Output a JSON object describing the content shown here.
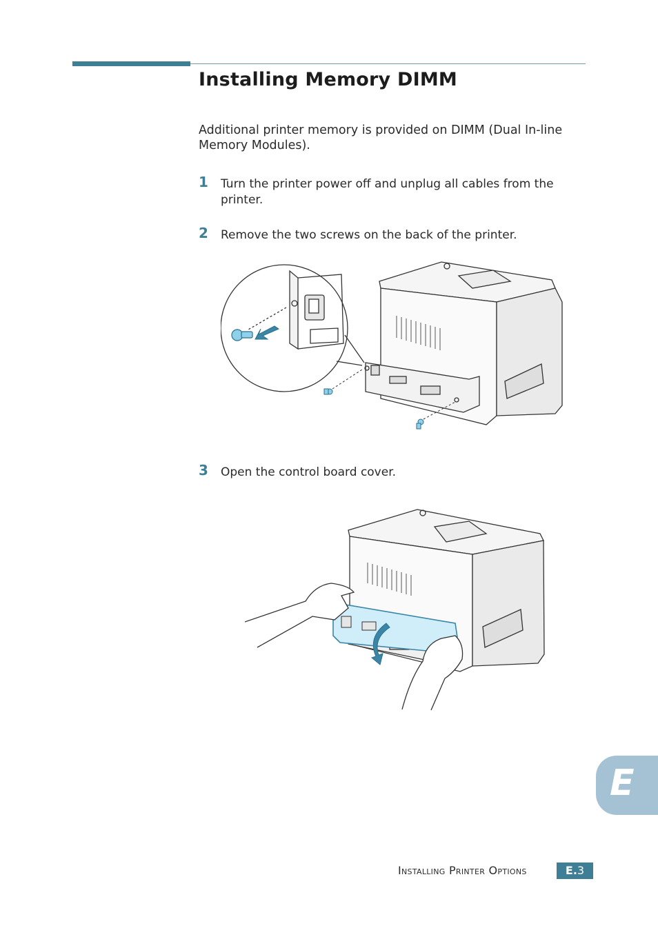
{
  "heading": "Installing Memory DIMM",
  "intro": "Additional printer memory is provided on DIMM (Dual In-line Memory Modules).",
  "steps": [
    {
      "num": "1",
      "text": "Turn the printer power off and unplug all cables from the printer."
    },
    {
      "num": "2",
      "text": "Remove the two screws on the back of the printer."
    },
    {
      "num": "3",
      "text": "Open the control board cover."
    }
  ],
  "figures": {
    "screws": {
      "icon": "printer-rear-screws-illustration"
    },
    "cover": {
      "icon": "open-control-board-cover-illustration"
    }
  },
  "side_tab": {
    "letter": "E"
  },
  "footer": {
    "section": "Installing Printer Options",
    "page_prefix": "E.",
    "page_number": "3"
  },
  "colors": {
    "accent": "#3f7f96",
    "tab": "#a4c2d3",
    "cover_highlight": "#cfeefa"
  }
}
